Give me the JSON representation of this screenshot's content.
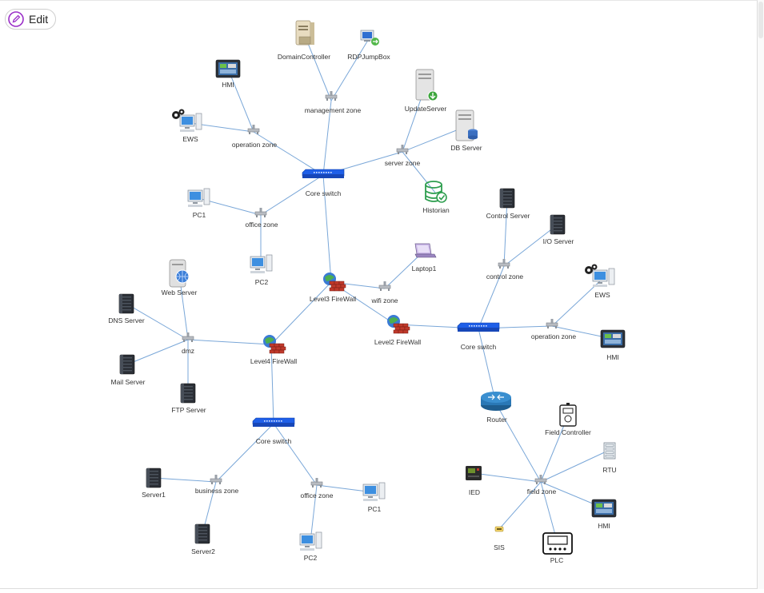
{
  "toolbar": {
    "edit_label": "Edit"
  },
  "colors": {
    "link": "#7aa7d8",
    "switch": "#1f5fe8",
    "firewall": "#c0392b",
    "historian": "#2e9e4f",
    "accent_edit": "#9b30c8"
  },
  "nodes": [
    {
      "id": "domaincontroller",
      "label": "DomainController",
      "icon": "server-tower-icon"
    },
    {
      "id": "rdpjumpbox",
      "label": "RDPJumpBox",
      "icon": "remote-desktop-icon"
    },
    {
      "id": "mgmt",
      "label": "management zone",
      "icon": "hub-icon"
    },
    {
      "id": "hmi_top",
      "label": "HMI",
      "icon": "hmi-panel-icon"
    },
    {
      "id": "ews_top",
      "label": "EWS",
      "icon": "engineering-workstation-icon"
    },
    {
      "id": "opzone_top",
      "label": "operation zone",
      "icon": "hub-icon"
    },
    {
      "id": "updateserver",
      "label": "UpdateServer",
      "icon": "update-server-icon"
    },
    {
      "id": "dbserver",
      "label": "DB Server",
      "icon": "database-server-icon"
    },
    {
      "id": "serverzone",
      "label": "server zone",
      "icon": "hub-icon"
    },
    {
      "id": "historian",
      "label": "Historian",
      "icon": "historian-icon"
    },
    {
      "id": "coreswitch_top",
      "label": "Core switch",
      "icon": "switch-icon"
    },
    {
      "id": "pc1_top",
      "label": "PC1",
      "icon": "pc-icon"
    },
    {
      "id": "officezone_top",
      "label": "office zone",
      "icon": "hub-icon"
    },
    {
      "id": "pc2_top",
      "label": "PC2",
      "icon": "pc-icon"
    },
    {
      "id": "l3fw",
      "label": "Level3 FireWall",
      "icon": "firewall-icon"
    },
    {
      "id": "laptop1",
      "label": "Laptop1",
      "icon": "laptop-icon"
    },
    {
      "id": "wifizone",
      "label": "wifi zone",
      "icon": "hub-icon"
    },
    {
      "id": "l2fw",
      "label": "Level2 FireWall",
      "icon": "firewall-icon"
    },
    {
      "id": "webserver",
      "label": "Web Server",
      "icon": "web-server-icon"
    },
    {
      "id": "dnsserver",
      "label": "DNS Server",
      "icon": "rack-server-icon"
    },
    {
      "id": "dmz",
      "label": "dmz",
      "icon": "hub-icon"
    },
    {
      "id": "mailserver",
      "label": "Mail Server",
      "icon": "rack-server-icon"
    },
    {
      "id": "ftpserver",
      "label": "FTP Server",
      "icon": "rack-server-icon"
    },
    {
      "id": "l4fw",
      "label": "Level4 FireWall",
      "icon": "firewall-icon"
    },
    {
      "id": "controlserver",
      "label": "Control Server",
      "icon": "rack-server-icon"
    },
    {
      "id": "ioserver",
      "label": "I/O Server",
      "icon": "rack-server-icon"
    },
    {
      "id": "controlzone",
      "label": "control zone",
      "icon": "hub-icon"
    },
    {
      "id": "ews_right",
      "label": "EWS",
      "icon": "engineering-workstation-icon"
    },
    {
      "id": "opzone_right",
      "label": "operation zone",
      "icon": "hub-icon"
    },
    {
      "id": "hmi_right",
      "label": "HMI",
      "icon": "hmi-panel-icon"
    },
    {
      "id": "coreswitch_right",
      "label": "Core switch",
      "icon": "switch-icon"
    },
    {
      "id": "router",
      "label": "Router",
      "icon": "router-icon"
    },
    {
      "id": "fieldcontroller",
      "label": "Field Controller",
      "icon": "field-controller-icon"
    },
    {
      "id": "rtu",
      "label": "RTU",
      "icon": "rtu-icon"
    },
    {
      "id": "ied",
      "label": "IED",
      "icon": "ied-icon"
    },
    {
      "id": "fieldzone",
      "label": "field zone",
      "icon": "hub-icon"
    },
    {
      "id": "hmi_field",
      "label": "HMI",
      "icon": "hmi-panel-icon"
    },
    {
      "id": "sis",
      "label": "SIS",
      "icon": "sis-icon"
    },
    {
      "id": "plc",
      "label": "PLC",
      "icon": "plc-icon"
    },
    {
      "id": "coreswitch_bottom",
      "label": "Core switch",
      "icon": "switch-icon"
    },
    {
      "id": "server1",
      "label": "Server1",
      "icon": "rack-server-icon"
    },
    {
      "id": "businesszone",
      "label": "business zone",
      "icon": "hub-icon"
    },
    {
      "id": "server2",
      "label": "Server2",
      "icon": "rack-server-icon"
    },
    {
      "id": "officezone_bottom",
      "label": "office zone",
      "icon": "hub-icon"
    },
    {
      "id": "pc1_bottom",
      "label": "PC1",
      "icon": "pc-icon"
    },
    {
      "id": "pc2_bottom",
      "label": "PC2",
      "icon": "pc-icon"
    }
  ],
  "links": [
    [
      "domaincontroller",
      "mgmt"
    ],
    [
      "rdpjumpbox",
      "mgmt"
    ],
    [
      "mgmt",
      "coreswitch_top"
    ],
    [
      "hmi_top",
      "opzone_top"
    ],
    [
      "ews_top",
      "opzone_top"
    ],
    [
      "opzone_top",
      "coreswitch_top"
    ],
    [
      "updateserver",
      "serverzone"
    ],
    [
      "dbserver",
      "serverzone"
    ],
    [
      "serverzone",
      "historian"
    ],
    [
      "serverzone",
      "coreswitch_top"
    ],
    [
      "coreswitch_top",
      "officezone_top"
    ],
    [
      "pc1_top",
      "officezone_top"
    ],
    [
      "officezone_top",
      "pc2_top"
    ],
    [
      "coreswitch_top",
      "l3fw"
    ],
    [
      "l3fw",
      "wifizone"
    ],
    [
      "laptop1",
      "wifizone"
    ],
    [
      "l3fw",
      "l2fw"
    ],
    [
      "l3fw",
      "l4fw"
    ],
    [
      "l2fw",
      "coreswitch_right"
    ],
    [
      "webserver",
      "dmz"
    ],
    [
      "dnsserver",
      "dmz"
    ],
    [
      "mailserver",
      "dmz"
    ],
    [
      "ftpserver",
      "dmz"
    ],
    [
      "dmz",
      "l4fw"
    ],
    [
      "l4fw",
      "coreswitch_bottom"
    ],
    [
      "controlserver",
      "controlzone"
    ],
    [
      "ioserver",
      "controlzone"
    ],
    [
      "controlzone",
      "coreswitch_right"
    ],
    [
      "ews_right",
      "opzone_right"
    ],
    [
      "hmi_right",
      "opzone_right"
    ],
    [
      "opzone_right",
      "coreswitch_right"
    ],
    [
      "coreswitch_right",
      "router"
    ],
    [
      "router",
      "fieldzone"
    ],
    [
      "fieldcontroller",
      "fieldzone"
    ],
    [
      "rtu",
      "fieldzone"
    ],
    [
      "ied",
      "fieldzone"
    ],
    [
      "hmi_field",
      "fieldzone"
    ],
    [
      "sis",
      "fieldzone"
    ],
    [
      "plc",
      "fieldzone"
    ],
    [
      "coreswitch_bottom",
      "businesszone"
    ],
    [
      "server1",
      "businesszone"
    ],
    [
      "businesszone",
      "server2"
    ],
    [
      "coreswitch_bottom",
      "officezone_bottom"
    ],
    [
      "pc1_bottom",
      "officezone_bottom"
    ],
    [
      "officezone_bottom",
      "pc2_bottom"
    ]
  ]
}
